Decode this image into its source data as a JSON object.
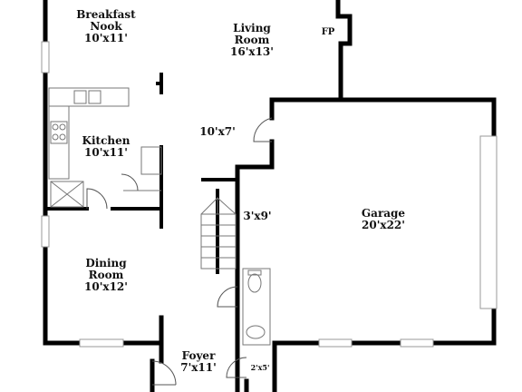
{
  "colors": {
    "wall": "#000000",
    "fixture": "#777777",
    "window": "#999999",
    "background": "#ffffff"
  },
  "rooms": {
    "breakfast_nook": {
      "line1": "Breakfast",
      "line2": "Nook",
      "size": "10'x11'"
    },
    "living_room": {
      "line1": "Living",
      "line2": "Room",
      "size": "16'x13'"
    },
    "fireplace": {
      "label": "FP"
    },
    "hall": {
      "size": "10'x7'"
    },
    "kitchen": {
      "line1": "Kitchen",
      "size": "10'x11'"
    },
    "stair_hall": {
      "size": "3'x9'"
    },
    "garage": {
      "line1": "Garage",
      "size": "20'x22'"
    },
    "dining_room": {
      "line1": "Dining",
      "line2": "Room",
      "size": "10'x12'"
    },
    "foyer": {
      "line1": "Foyer",
      "size": "7'x11'"
    },
    "closet": {
      "size": "2'x5'"
    }
  }
}
